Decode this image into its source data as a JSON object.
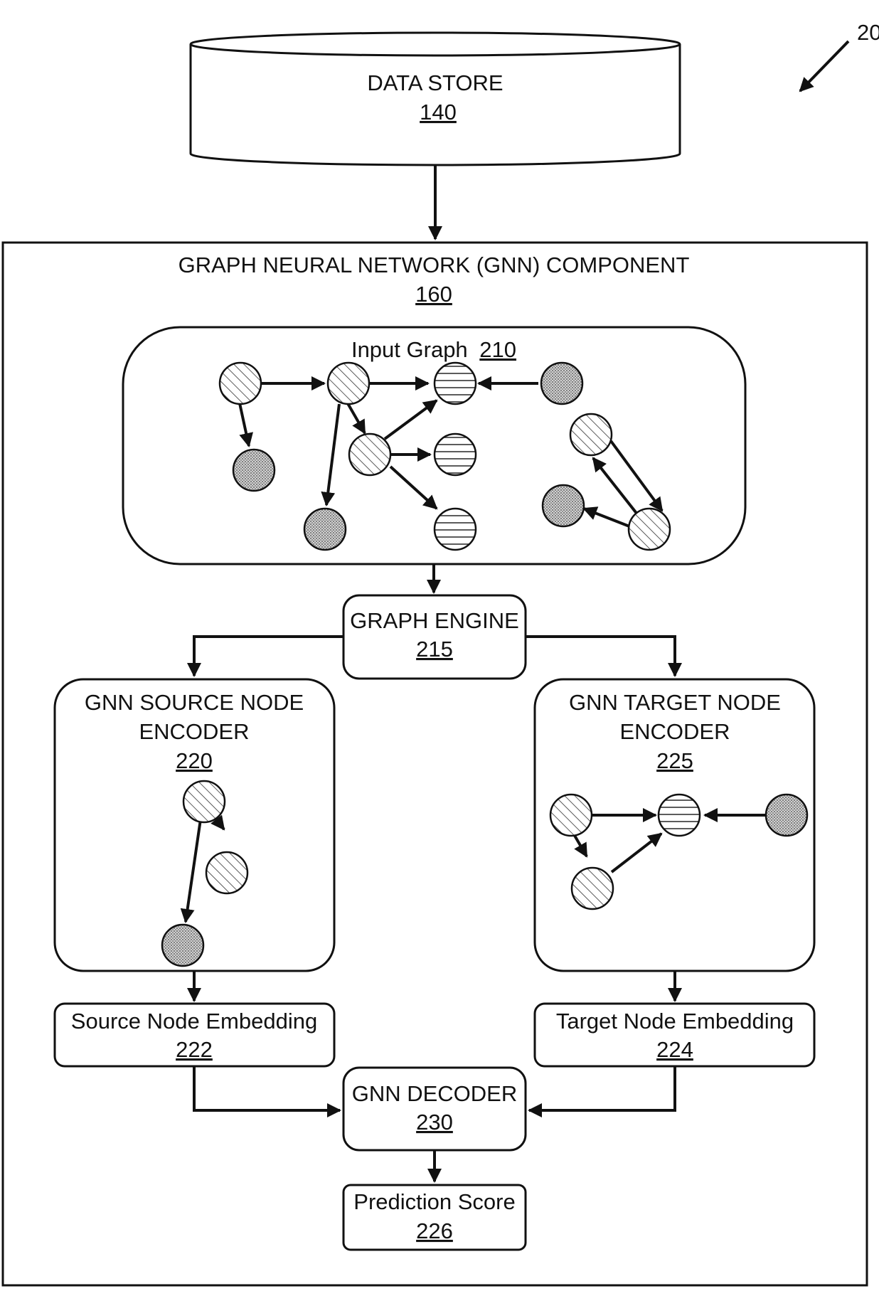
{
  "figure_ref": "20",
  "data_store": {
    "title": "DATA STORE",
    "ref": "140"
  },
  "gnn_component": {
    "title": "GRAPH NEURAL NETWORK (GNN) COMPONENT",
    "ref": "160"
  },
  "input_graph": {
    "title": "Input Graph",
    "ref": "210"
  },
  "graph_engine": {
    "title": "GRAPH ENGINE",
    "ref": "215"
  },
  "source_encoder": {
    "title_line1": "GNN SOURCE NODE",
    "title_line2": "ENCODER",
    "ref": "220"
  },
  "target_encoder": {
    "title_line1": "GNN TARGET NODE",
    "title_line2": "ENCODER",
    "ref": "225"
  },
  "source_embedding": {
    "title": "Source Node Embedding",
    "ref": "222"
  },
  "target_embedding": {
    "title": "Target Node Embedding",
    "ref": "224"
  },
  "decoder": {
    "title": "GNN DECODER",
    "ref": "230"
  },
  "prediction": {
    "title": "Prediction Score",
    "ref": "226"
  },
  "node_patterns": [
    "diagonal-hatch",
    "horizontal-stripes",
    "dotted"
  ]
}
